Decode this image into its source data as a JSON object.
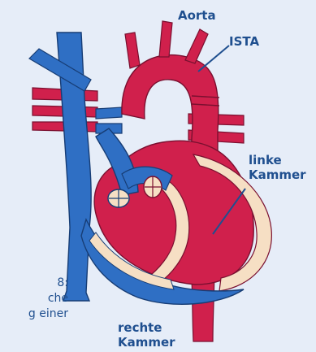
{
  "labels": {
    "aorta": "Aorta",
    "ista": "ISTA",
    "left_ventricle": "linke\nKammer",
    "right_ventricle": "rechte\nKammer"
  },
  "caption": "8:\nche\ng einer",
  "colors": {
    "background": "#e6edf8",
    "label_text": "#1f4f8f",
    "oxygen_poor_blue": "#2f6fc4",
    "oxygen_rich_red": "#d0204c",
    "septum_cream": "#f6dfc4",
    "leader_line": "#1f4f8f"
  }
}
